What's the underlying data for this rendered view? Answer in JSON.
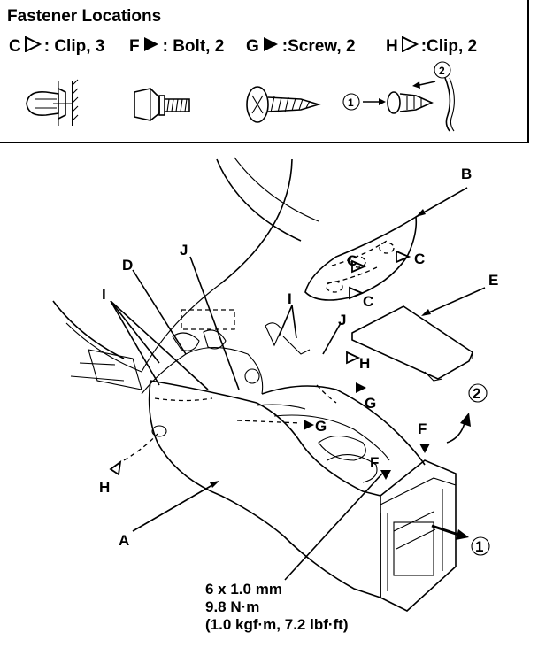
{
  "legend": {
    "title": "Fastener Locations",
    "keys": [
      {
        "letter": "C",
        "symbol": "open-triangle",
        "desc": ": Clip, 3"
      },
      {
        "letter": "F",
        "symbol": "filled-triangle",
        "desc": ": Bolt, 2"
      },
      {
        "letter": "G",
        "symbol": "filled-triangle",
        "desc": ":Screw, 2"
      },
      {
        "letter": "H",
        "symbol": "open-triangle",
        "desc": ":Clip, 2"
      }
    ],
    "step1": "1",
    "step2": "2"
  },
  "labels": {
    "A": "A",
    "B": "B",
    "D": "D",
    "E": "E",
    "I": "I",
    "J": "J",
    "C": "C",
    "F": "F",
    "G": "G",
    "H": "H",
    "step1": "1",
    "step2": "2"
  },
  "spec": {
    "line1": "6 x 1.0 mm",
    "line2": "9.8 N·m",
    "line3": "(1.0 kgf·m, 7.2 lbf·ft)"
  }
}
